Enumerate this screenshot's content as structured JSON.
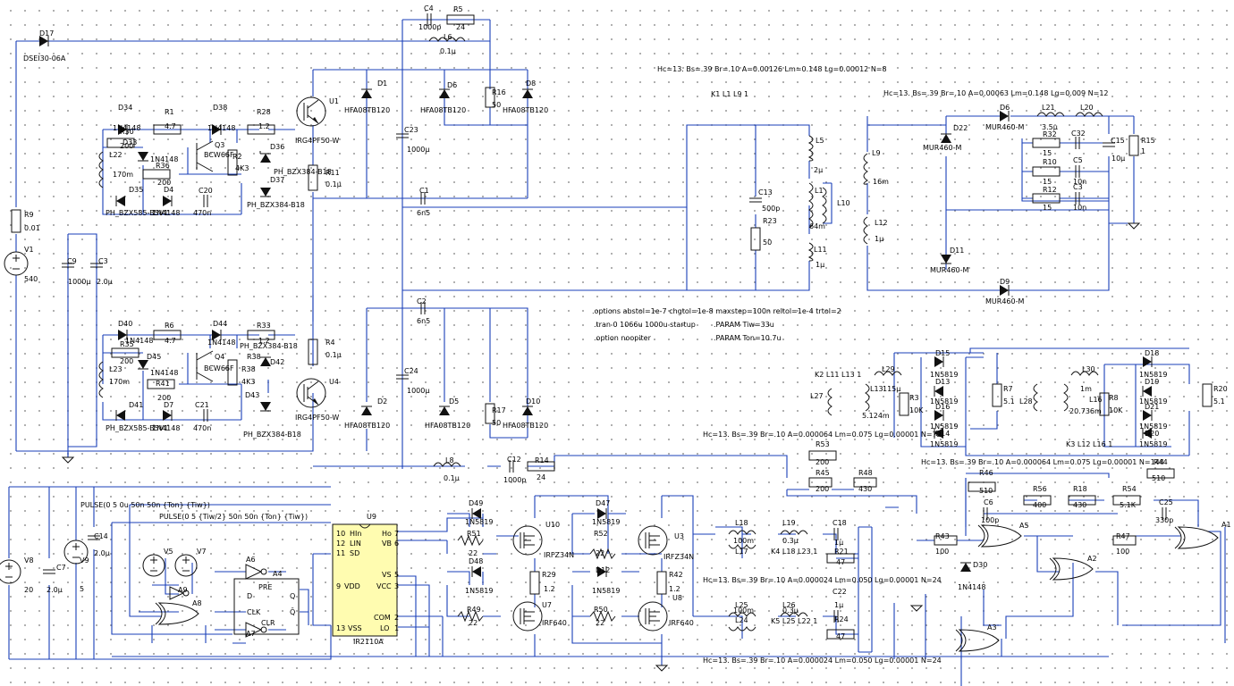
{
  "components": {
    "D17": "D17",
    "DSEI": "DSEI30-06A",
    "C4": "C4",
    "C4v": "1000p",
    "R5": "R5",
    "R5v": "24",
    "L6": "L6",
    "L6v": "0.1µ",
    "D1": "D1",
    "D1v": "HFA08TB120",
    "D6": "D6",
    "D6v": "HFA08TB120",
    "R16": "R16",
    "R16v": "50",
    "D8": "D8",
    "D8v": "HFA08TB120",
    "U1": "U1",
    "U1v": "IRG4PF50-W",
    "D34": "D34",
    "D34v": "1N4148",
    "R1": "R1",
    "R1v": "4.7",
    "D38": "D38",
    "D38v": "1N4148",
    "R28": "R28",
    "R28v": "1.2",
    "R30": "R30",
    "R30v": "200",
    "D33": "D33",
    "D33v": "1N4148",
    "Q3": "Q3",
    "Q3v": "BCW66F",
    "R2": "R2",
    "R2v": "4K3",
    "L22": "L22",
    "L22v": "170m",
    "R36": "R36",
    "R36v": "200",
    "D36": "D36",
    "D36v": "PH_BZX384-B18",
    "D37": "D37",
    "D37v": "PH_BZX384-B18",
    "R11": "R11",
    "R11v": "0.1µ",
    "D35": "D35",
    "D35v": "PH_BZX585-B5V1",
    "D4": "D4",
    "D4v": "1N4148",
    "C20": "C20",
    "C20v": "470n",
    "C23": "C23",
    "C23v": "1000µ",
    "C1": "C1",
    "C1v": "6n5",
    "R9": "R9",
    "R9v": "0.01",
    "V1": "V1",
    "V1v": "540",
    "C9": "C9",
    "C9v": "1000µ",
    "C3": "C3",
    "C3v": "2.0µ",
    "K1": "K1 L1 L9 1",
    "C13": "C13",
    "C13v": "500p",
    "R23": "R23",
    "R23v": "50",
    "L5": "L5",
    "L5v": "2µ",
    "L1": "L1",
    "L1v": "64m",
    "L10": "L10",
    "L11": "L11",
    "L11v": "1µ",
    "L9": "L9",
    "L9v": "16m",
    "L12": "L12",
    "L12v": "1µ",
    "D22": "D22",
    "D22v": "MUR460-M",
    "D11": "D11",
    "D11v": "MUR460-M",
    "D9": "D9",
    "D9v": "MUR460-M",
    "D6b": "D6",
    "D6bv": "MUR460-M",
    "L21": "L21",
    "L21v": "3.5µ",
    "L20": "L20",
    "R32": "R32",
    "R32v": "15",
    "C32": "C32",
    "R10": "R10",
    "R10v": "15",
    "C5": "C5",
    "C5v": "10n",
    "R12": "R12",
    "R12v": "15",
    "C3b": "C3",
    "C3bv": "10n",
    "C15": "C15",
    "C15v": "10µ",
    "R15": "R15",
    "R15v": "1",
    "C2": "C2",
    "C2v": "6n5",
    "C24": "C24",
    "C24v": "1000µ",
    "D40": "D40",
    "D40v": "1N4148",
    "R6": "R6",
    "R6v": "4.7",
    "D44": "D44",
    "D44v": "1N4148",
    "R33": "R33",
    "R33v": "1.2",
    "R35": "R35",
    "R35v": "200",
    "D45": "D45",
    "D45v": "1N4148",
    "Q4": "Q4",
    "Q4v": "BCW66F",
    "R38": "R38",
    "R38v": "4K3",
    "L23": "L23",
    "L23v": "170m",
    "R41": "R41",
    "R41v": "200",
    "D42": "D42",
    "D42v": "PH_BZX384-B18",
    "D43": "D43",
    "D43v": "PH_BZX384-B18",
    "D41": "D41",
    "D41v": "PH_BZX585-B5V1",
    "D7": "D7",
    "D7v": "1N4148",
    "C21": "C21",
    "C21v": "470n",
    "R4": "R4",
    "R4v": "0.1µ",
    "U4": "U4",
    "U4v": "IRG4PF50-W",
    "D2": "D2",
    "D2v": "HFA08TB120",
    "D5": "D5",
    "D5v": "HFA08TB120",
    "R17": "R17",
    "R17v": "50",
    "D10": "D10",
    "D10v": "HFA08TB120",
    "L8": "L8",
    "L8v": "0.1µ",
    "C12": "C12",
    "C12v": "1000p",
    "R14": "R14",
    "R14v": "24",
    "R53": "R53",
    "R53v": "200",
    "R45": "R45",
    "R45v": "200",
    "R48": "R48",
    "R48v": "430",
    "K2": "K2 L11 L13 1",
    "L27": "L27",
    "L29": "L29",
    "L13": "L13",
    "L13v": "115µ",
    "L13b": "5.124m",
    "R3": "R3",
    "R3v": "10K",
    "D15": "D15",
    "D15v": "1N5819",
    "D13": "D13",
    "D13v": "1N5819",
    "D16": "D16",
    "D16v": "1N5819",
    "D14": "D14",
    "D14v": "1N5819",
    "R7": "R7",
    "R7v": "5.1",
    "K3": "K3 L12 L16 1",
    "L28": "L28",
    "L30": "L30",
    "L30v": "1m",
    "L16": "L16",
    "L16v": "20.736m",
    "R8": "R8",
    "R8v": "10K",
    "D18": "D18",
    "D18v": "1N5819",
    "D19": "D19",
    "D19v": "1N5819",
    "D21": "D21",
    "D21v": "1N5819",
    "D20": "D20",
    "D20v": "1N5819",
    "R20": "R20",
    "R20v": "5.1",
    "R44": "R44",
    "R44v": "510",
    "R46": "R46",
    "R46v": "510",
    "R56": "R56",
    "R56v": "400",
    "R18": "R18",
    "R18v": "430",
    "R54": "R54",
    "R54v": "5.1K",
    "C6": "C6",
    "C6v": "100p",
    "C25": "C25",
    "C25v": "330p",
    "R43": "R43",
    "R43v": "100",
    "R47": "R47",
    "R47v": "100",
    "A5": "A5",
    "A2": "A2",
    "A1": "A1",
    "A3": "A3",
    "D30": "D30",
    "D30v": "1N4148",
    "V8": "V8",
    "V8v": "20",
    "C7": "C7",
    "C7v": "2.0µ",
    "V9": "V9",
    "V9v": "5",
    "C14": "C14",
    "C14v": "2.0µ",
    "V5": "V5",
    "V7": "V7",
    "A6": "A6",
    "A4": "A4",
    "A8": "A8",
    "A7": "A7",
    "A9": "A9",
    "U9": "U9",
    "U9v": "IR2110A",
    "D49": "D49",
    "D49v": "1N5819",
    "R51": "R51",
    "R51v": "22",
    "D48": "D48",
    "D48v": "1N5819",
    "R49": "R49",
    "R49v": "22",
    "U10": "U10",
    "U10v": "IRFZ34N",
    "U7": "U7",
    "U7v": "IRF640",
    "R29": "R29",
    "R29v": "1.2",
    "D47": "D47",
    "D47v": "1N5819",
    "R52": "R52",
    "R52v": "22",
    "D12": "D12",
    "D12v": "1N5819",
    "R50": "R50",
    "R50v": "22",
    "U3": "U3",
    "U3v": "IRFZ34N",
    "U8": "U8",
    "U8v": "IRF640",
    "R42": "R42",
    "R42v": "1.2",
    "L18": "L18",
    "L18v": "100m",
    "L17": "L17",
    "L19": "L19",
    "L19v": "0.3µ",
    "C18": "C18",
    "C18v": "1µ",
    "R21": "R21",
    "R21v": "47",
    "K4": "K4 L18 L23 1",
    "L25": "L25",
    "L25v": "100m",
    "L24": "L24",
    "L26": "L26",
    "L26v": "0.3µ",
    "C22": "C22",
    "C22v": "1µ",
    "R24": "R24",
    "R24v": "47",
    "K5": "K5 L25 L22 1"
  },
  "ic_pins": {
    "hin": "HIn",
    "lin": "LIN",
    "sd": "SD",
    "vdd": "VDD",
    "vss": "VSS",
    "ho": "Ho",
    "vb": "VB",
    "vs": "VS",
    "vcc": "VCC",
    "com": "COM",
    "lo": "LO",
    "n10": "10",
    "n12": "12",
    "n11": "11",
    "n9": "9",
    "n13": "13",
    "n7": "7",
    "n6": "6",
    "n5": "5",
    "n3": "3",
    "n2": "2",
    "n1": "1"
  },
  "ff_pins": {
    "pre": "PRE",
    "clr": "CLR",
    "d": "D",
    "clk": "CLK",
    "q": "Q",
    "qb": "Q̄"
  },
  "directives": {
    "core1": "Hc=13. Bs=.39 Br=.10 A=0.00126 Lm=0.148 Lg=0.00012 N=8",
    "core2": "Hc=13. Bs=.39 Br=.10 A=0.00063 Lm=0.148 Lg=0.009 N=12",
    "options": ".options abstol=1e-7 chgtol=1e-8 maxstep=100n reltol=1e-4 trtol=2",
    "tran": ".tran 0 1066u 1000u startup",
    "noopiter": ".option noopiter",
    "tiw": ".PARAM Tiw=33u",
    "ton": ".PARAM Ton=10.7u",
    "core3": "Hc=13. Bs=.39 Br=.10 A=0.000064 Lm=0.075 Lg=0.00001 N=72",
    "core4": "Hc=13. Bs=.39 Br=.10 A=0.000064 Lm=0.075 Lg=0.00001 N=144",
    "core5": "Hc=13. Bs=.39 Br=.10 A=0.000024 Lm=0.050 Lg=0.00001 N=24",
    "core6": "Hc=13. Bs=.39 Br=.10 A=0.000024 Lm=0.050 Lg=0.00001 N=24",
    "pulse1": "PULSE(0 5 0u 50n 50n {Ton} {Tiw})",
    "pulse2": "PULSE(0 5 {Tiw/2} 50n 50n {Ton} {Tiw})"
  },
  "colors": {
    "wire": "#1a3fb8",
    "component": "#111111",
    "ic_fill": "#fffcb0",
    "grid_dot": "#9a9a9a"
  }
}
